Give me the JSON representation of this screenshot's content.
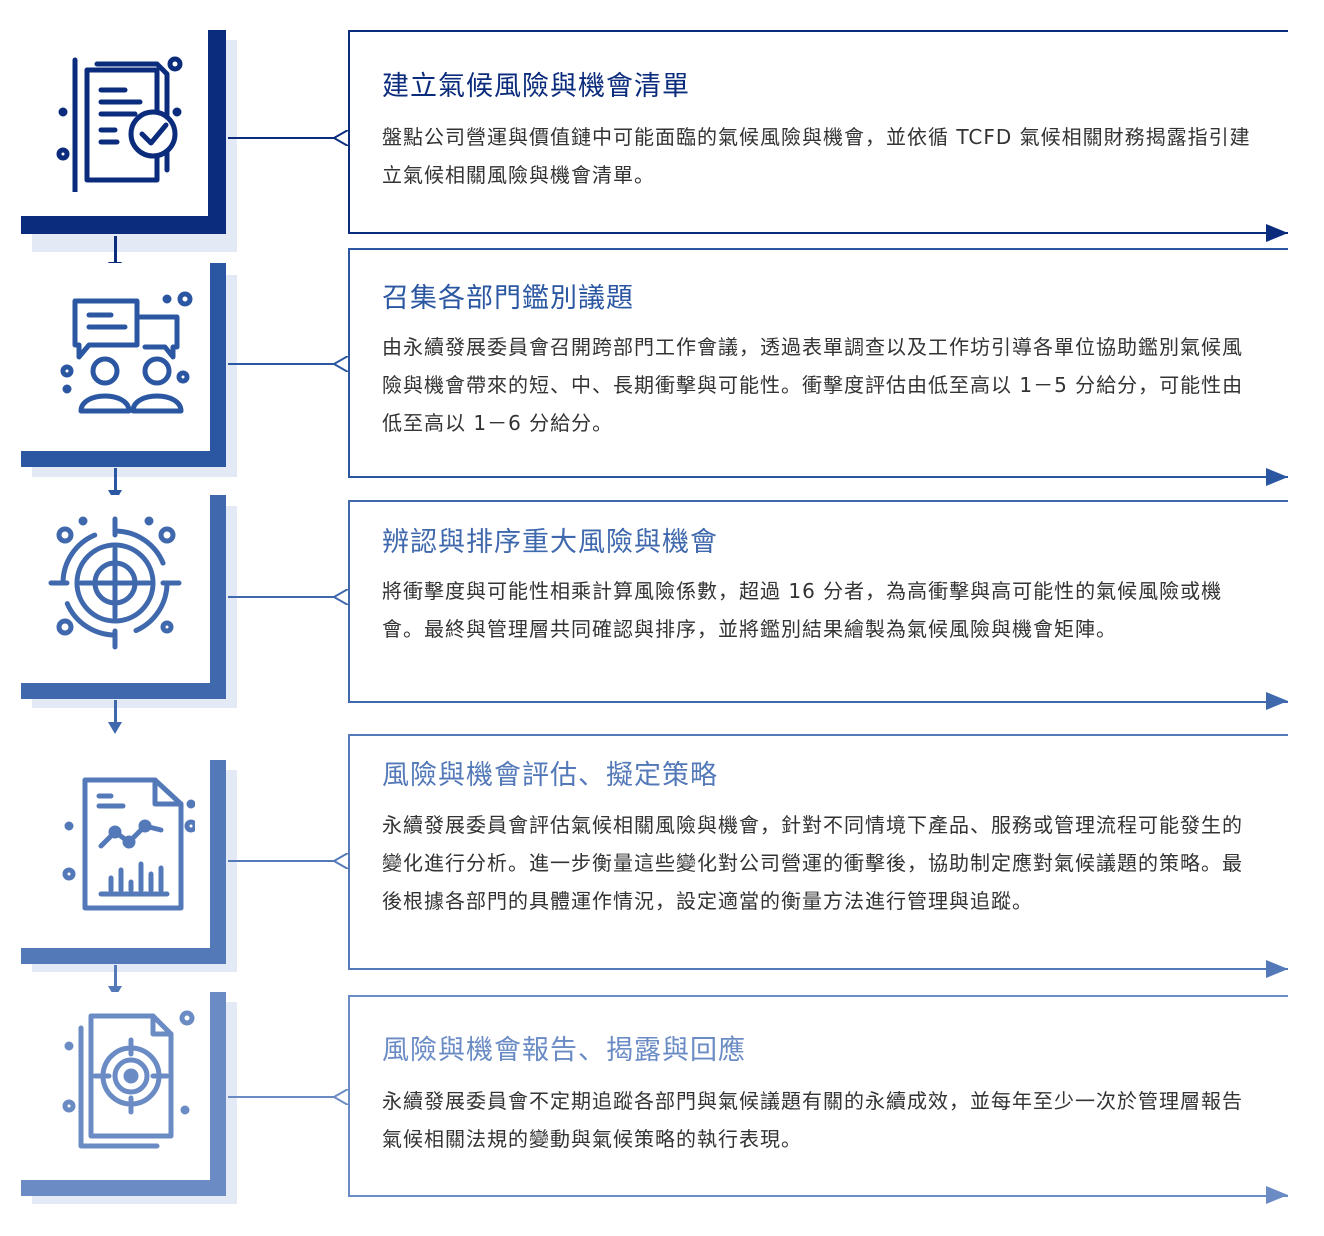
{
  "colors": [
    "#0b2c7c",
    "#2b57a2",
    "#3f68ad",
    "#5479b8",
    "#6a8bc4"
  ],
  "steps": [
    {
      "title": "建立氣候風險與機會清單",
      "desc": "盤點公司營運與價值鏈中可能面臨的氣候風險與機會，並依循 TCFD 氣候相關財務揭露指引建立氣候相關風險與機會清單。",
      "icon": "checklist-document-icon"
    },
    {
      "title": "召集各部門鑑別議題",
      "desc": "由永續發展委員會召開跨部門工作會議，透過表單調查以及工作坊引導各單位協助鑑別氣候風險與機會帶來的短、中、長期衝擊與可能性。衝擊度評估由低至高以 1－5 分給分，可能性由低至高以 1－6 分給分。",
      "icon": "discussion-people-icon"
    },
    {
      "title": "辨認與排序重大風險與機會",
      "desc": "將衝擊度與可能性相乘計算風險係數，超過 16 分者，為高衝擊與高可能性的氣候風險或機會。最終與管理層共同確認與排序，並將鑑別結果繪製為氣候風險與機會矩陣。",
      "icon": "target-crosshair-icon"
    },
    {
      "title": "風險與機會評估、擬定策略",
      "desc": "永續發展委員會評估氣候相關風險與機會，針對不同情境下產品、服務或管理流程可能發生的變化進行分析。進一步衡量這些變化對公司營運的衝擊後，協助制定應對氣候議題的策略。最後根據各部門的具體運作情況，設定適當的衡量方法進行管理與追蹤。",
      "icon": "analytics-report-icon"
    },
    {
      "title": "風險與機會報告、揭露與回應",
      "desc": "永續發展委員會不定期追蹤各部門與氣候議題有關的永續成效，並每年至少一次於管理層報告氣候相關法規的變動與氣候策略的執行表現。",
      "icon": "document-target-icon"
    }
  ]
}
